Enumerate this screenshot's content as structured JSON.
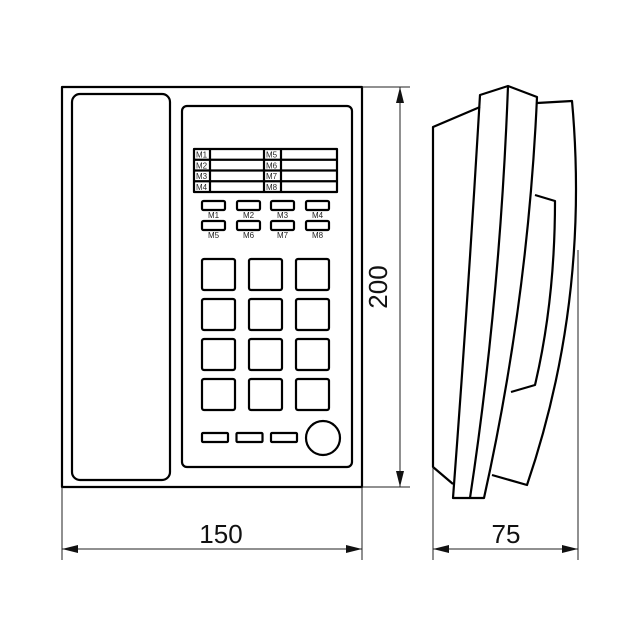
{
  "drawing": {
    "dimensions": {
      "width": "150",
      "height": "200",
      "depth": "75"
    },
    "label_card": {
      "left_column": [
        "M1",
        "M2",
        "M3",
        "M4"
      ],
      "right_column": [
        "M5",
        "M6",
        "M7",
        "M8"
      ]
    },
    "memory_buttons": {
      "row1": [
        "M1",
        "M2",
        "M3",
        "M4"
      ],
      "row2": [
        "M5",
        "M6",
        "M7",
        "M8"
      ]
    },
    "keypad": {
      "rows": 4,
      "columns": 3
    },
    "function_keys": 3,
    "line_color": "#000000"
  }
}
